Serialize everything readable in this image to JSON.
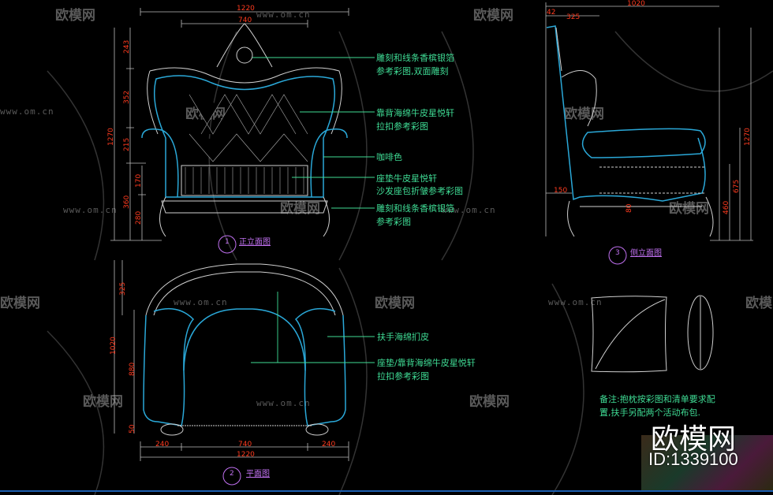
{
  "watermark": {
    "brand": "欧模网",
    "url": "www.om.cn",
    "id_label": "ID:1339100"
  },
  "front_view": {
    "title_number": "1",
    "title": "正立面图",
    "dims": {
      "width_total": "1220",
      "width_inner": "740",
      "height_total": "1270",
      "seg_top": "243",
      "seg_back": "352",
      "seg_arm": "215",
      "seg_seat": "360",
      "seg_cushion": "170",
      "seg_leg": "280"
    },
    "notes": [
      {
        "line1": "雕刻和线条香槟银箔",
        "line2": "参考彩图,双面雕刻"
      },
      {
        "line1": "靠背海绵牛皮星悦轩",
        "line2": "拉扣参考彩图"
      },
      {
        "line1": "咖啡色",
        "line2": ""
      },
      {
        "line1": "座垫牛皮星悦轩",
        "line2": "沙发座包折皱参考彩图"
      },
      {
        "line1": "雕刻和线条香槟银箔",
        "line2": "参考彩图"
      }
    ]
  },
  "plan_view": {
    "title_number": "2",
    "title": "平面图",
    "dims": {
      "depth_total": "1020",
      "back_depth": "325",
      "seat_depth": "880",
      "front": "50",
      "arm_left": "240",
      "seat_width": "740",
      "arm_right": "240",
      "width_total": "1220"
    },
    "notes": [
      {
        "line1": "扶手海绵扪皮",
        "line2": ""
      },
      {
        "line1": "座垫/靠背海绵牛皮星悦轩",
        "line2": "拉扣参考彩图"
      }
    ]
  },
  "side_view": {
    "title_number": "3",
    "title": "侧立面图",
    "dims": {
      "depth_total": "1020",
      "back_top": "325",
      "back_thick": "42",
      "base_offset": "150",
      "rail": "80",
      "height_total": "1270",
      "arm_height": "675",
      "seat_height": "460"
    }
  },
  "remark": {
    "line1": "备注:抱枕按彩图和清单要求配",
    "line2": "置,扶手另配两个活动布包."
  },
  "colors": {
    "background": "#000000",
    "dimension": "#ff3b1f",
    "note": "#3fdc95",
    "title": "#c070f0",
    "upholstery": "#2aa8d8",
    "linework": "#cfcfcf"
  }
}
